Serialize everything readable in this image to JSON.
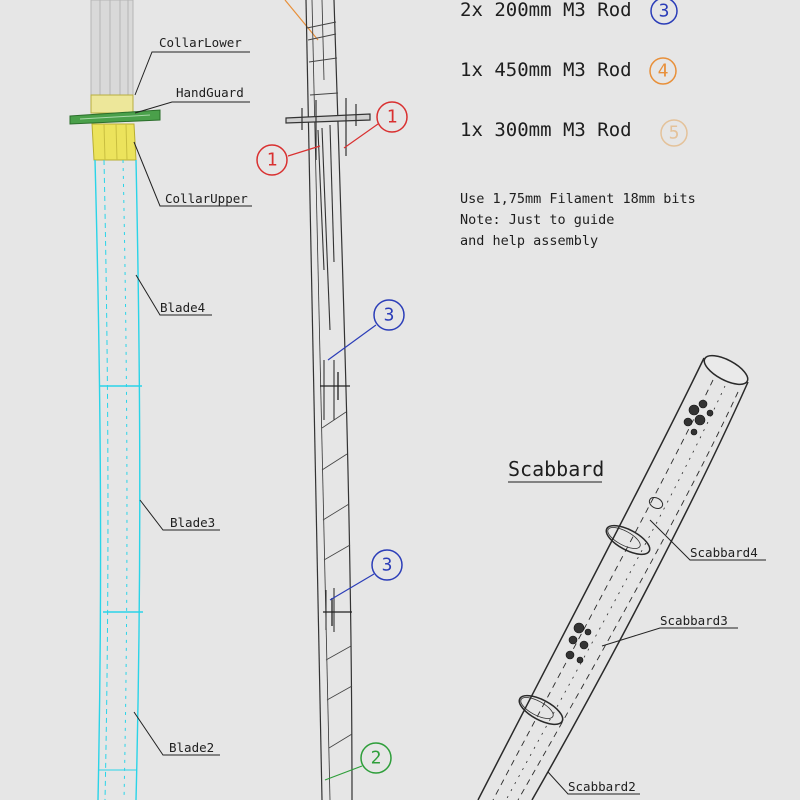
{
  "parts_list": [
    {
      "text": "2x 200mm M3 Rod",
      "badge": "3",
      "color": "#2b3db8"
    },
    {
      "text": "1x 450mm M3 Rod",
      "badge": "4",
      "color": "#e8903a"
    },
    {
      "text": "1x 300mm M3 Rod",
      "badge": "5",
      "color": "#e4c29a"
    }
  ],
  "notes": [
    "Use 1,75mm Filament 18mm bits",
    "Note: Just to guide",
    "and help assembly"
  ],
  "sword_labels": {
    "collar_lower": "CollarLower",
    "hand_guard": "HandGuard",
    "collar_upper": "CollarUpper",
    "blade4": "Blade4",
    "blade3": "Blade3",
    "blade2": "Blade2"
  },
  "callouts": {
    "rod1": "1",
    "rod3": "3",
    "rod2": "2",
    "rod1_color": "#d93030",
    "rod3_color": "#2b3db8",
    "rod2_color": "#2e9e3a"
  },
  "scabbard": {
    "title": "Scabbard",
    "labels": {
      "scabbard4": "Scabbard4",
      "scabbard3": "Scabbard3",
      "scabbard2": "Scabbard2"
    }
  },
  "colors": {
    "background": "#e6e6e6",
    "blade": "#2ad4e8",
    "collar": "#e8e05a",
    "guard": "#4aa04a"
  }
}
